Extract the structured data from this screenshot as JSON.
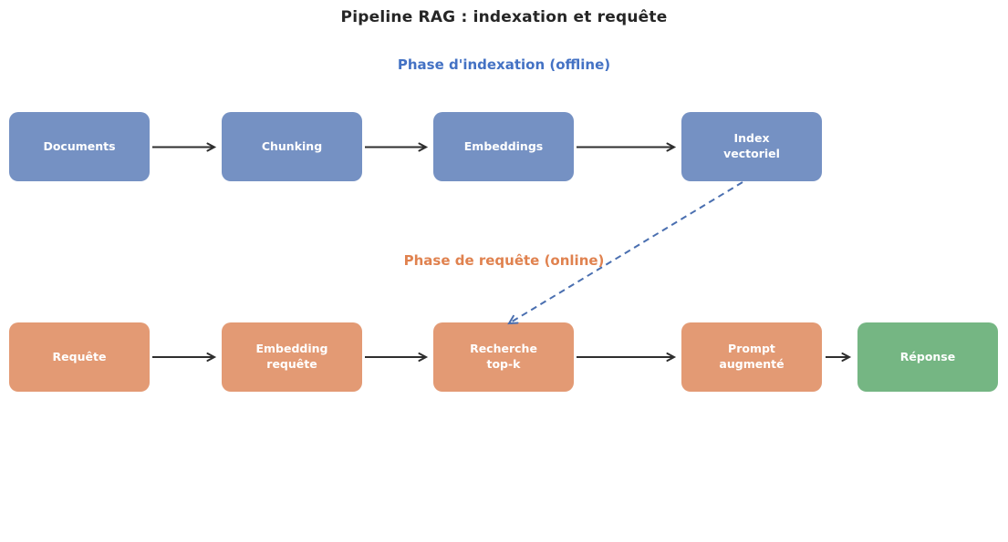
{
  "title": "Pipeline RAG : indexation et requête",
  "phases": {
    "offline": {
      "label": "Phase d'indexation (offline)",
      "color": "#4472c4"
    },
    "online": {
      "label": "Phase de requête (online)",
      "color": "#e0824f"
    }
  },
  "nodes": [
    {
      "id": "documents",
      "label": "Documents",
      "phase": "offline",
      "color_key": "blue"
    },
    {
      "id": "chunking",
      "label": "Chunking",
      "phase": "offline",
      "color_key": "blue"
    },
    {
      "id": "embeddings",
      "label": "Embeddings",
      "phase": "offline",
      "color_key": "blue"
    },
    {
      "id": "index-vectoriel",
      "label": "Index\nvectoriel",
      "phase": "offline",
      "color_key": "blue"
    },
    {
      "id": "requete",
      "label": "Requête",
      "phase": "online",
      "color_key": "orange"
    },
    {
      "id": "embedding-requete",
      "label": "Embedding\nrequête",
      "phase": "online",
      "color_key": "orange"
    },
    {
      "id": "recherche-topk",
      "label": "Recherche\ntop-k",
      "phase": "online",
      "color_key": "orange"
    },
    {
      "id": "prompt-augmente",
      "label": "Prompt\naugmenté",
      "phase": "online",
      "color_key": "orange"
    },
    {
      "id": "reponse",
      "label": "Réponse",
      "phase": "online",
      "color_key": "green"
    }
  ],
  "edges": [
    {
      "from": "Documents",
      "to": "Chunking",
      "style": "solid"
    },
    {
      "from": "Chunking",
      "to": "Embeddings",
      "style": "solid"
    },
    {
      "from": "Embeddings",
      "to": "Index vectoriel",
      "style": "solid"
    },
    {
      "from": "Requête",
      "to": "Embedding requête",
      "style": "solid"
    },
    {
      "from": "Embedding requête",
      "to": "Recherche top-k",
      "style": "solid"
    },
    {
      "from": "Recherche top-k",
      "to": "Prompt augmenté",
      "style": "solid"
    },
    {
      "from": "Prompt augmenté",
      "to": "Réponse",
      "style": "solid"
    },
    {
      "from": "Index vectoriel",
      "to": "Recherche top-k",
      "style": "dashed"
    }
  ],
  "colors": {
    "blue": "#7591c3",
    "orange": "#e39a74",
    "green": "#75b683",
    "title": "#262626",
    "offline": "#4472c4",
    "online": "#e0824f",
    "arrow": "#2e2e2e",
    "link": "#4a6fb0"
  }
}
